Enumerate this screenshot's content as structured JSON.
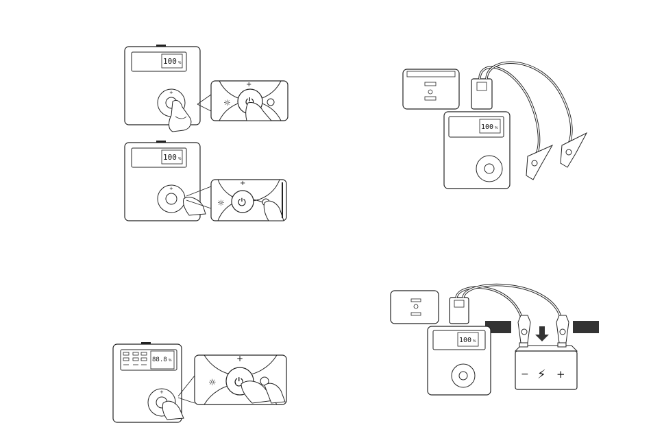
{
  "figures": {
    "fig1": {
      "display_value": "100",
      "unit": "%",
      "plus": "+",
      "minus": "−"
    },
    "fig2": {
      "display_value": "100",
      "unit": "%",
      "plus": "+",
      "minus": "−"
    },
    "fig3": {
      "display_value": "88.8",
      "unit": "%",
      "plus": "+"
    },
    "fig4": {
      "display_value": "100",
      "unit": "%"
    },
    "fig5": {
      "display_value": "100",
      "unit": "%"
    }
  },
  "callouts": {
    "sun_symbol": "☼",
    "power_symbol": "⏻",
    "plus_symbol": "+"
  },
  "battery": {
    "negative": "−",
    "positive": "+",
    "bolt": "⚡"
  },
  "colors": {
    "line": "#222222",
    "fill": "#ffffff",
    "label_bar": "#333333"
  },
  "icons": [
    "power-icon",
    "flashlight-icon",
    "hand-pointer-icon",
    "clamp-icon",
    "battery-icon",
    "arrow-down-icon"
  ]
}
